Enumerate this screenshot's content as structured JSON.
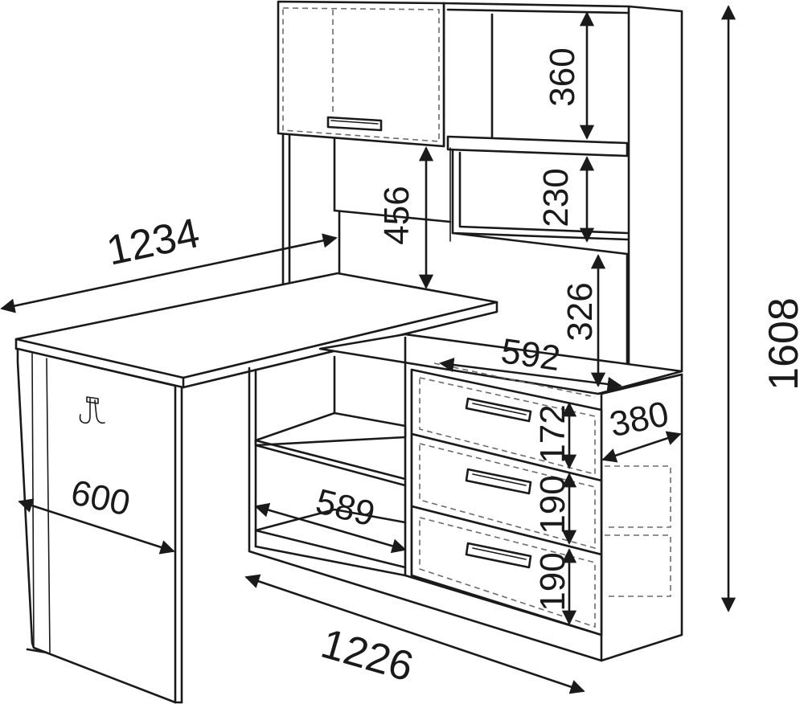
{
  "dimensions": {
    "upper_niche_height": "360",
    "middle_niche_height": "230",
    "lower_niche_height": "326",
    "desk_clearance_height": "456",
    "desk_length": "1234",
    "total_height": "1608",
    "tabletop_depth_right": "592",
    "cabinet_depth": "380",
    "side_panel_depth": "600",
    "shelf_depth": "589",
    "drawer_1_height": "172",
    "drawer_2_height": "190",
    "drawer_3_height": "190",
    "base_length": "1226"
  }
}
